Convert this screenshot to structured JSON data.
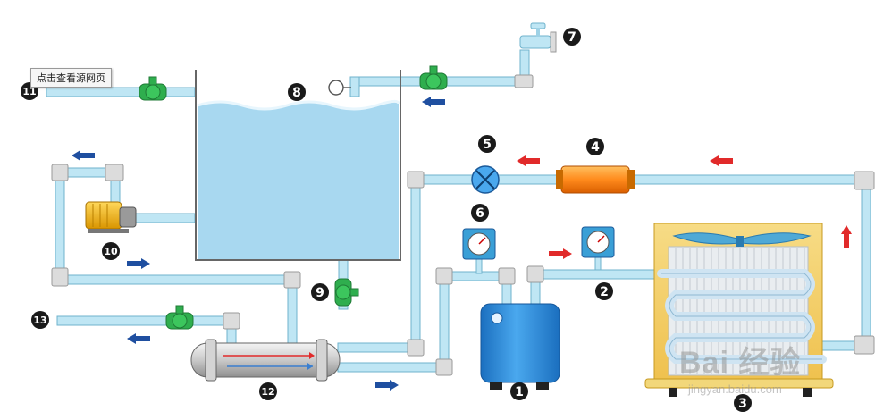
{
  "tooltip": {
    "text": "点击查看源网页"
  },
  "watermark": {
    "text": "Bai 经验",
    "subtext": "jingyan.baidu.com"
  },
  "badges": {
    "b1": "1",
    "b2": "2",
    "b3": "3",
    "b4": "4",
    "b5": "5",
    "b6": "6",
    "b7": "7",
    "b8": "8",
    "b9": "9",
    "b10": "10",
    "b11": "11",
    "b12": "12",
    "b13": "13"
  },
  "colors": {
    "pipe": "#bfe6f4",
    "pipe_edge": "#6fb3cc",
    "joint": "#dcdcdc",
    "water": "#a8d8f0",
    "tank_outline": "#666666",
    "valve": "#2fae4e",
    "flow_arrow": "#1f4fa0",
    "ref_arrow": "#e12a2a",
    "compressor": "#2f8fd8",
    "condenser_frame": "#f4d070",
    "condenser_tube": "#dfe8ef",
    "fan": "#4fa9d6",
    "filter": "#ff8a1c",
    "motor": "#f1b51a"
  }
}
